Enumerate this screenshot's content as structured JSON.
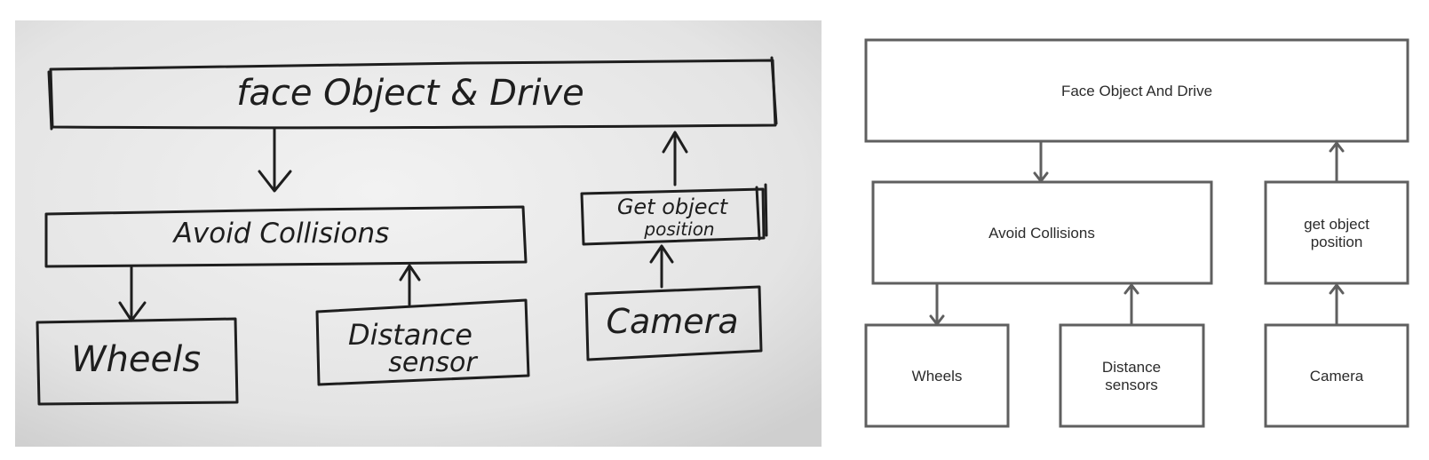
{
  "sketch": {
    "top_box": "face Object & Drive",
    "avoid_box": "Avoid Collisions",
    "object_box_line1": "Get object",
    "object_box_line2": "position",
    "wheels_box": "Wheels",
    "distance_line1": "Distance",
    "distance_line2": "sensor",
    "camera_box": "Camera"
  },
  "diagram": {
    "top_box": "Face Object And Drive",
    "avoid_box": "Avoid Collisions",
    "object_box_line1": "get object",
    "object_box_line2": "position",
    "wheels_box": "Wheels",
    "distance_line1": "Distance",
    "distance_line2": "sensors",
    "camera_box": "Camera"
  },
  "colors": {
    "box_stroke": "#5f5f5f",
    "ink": "#1e1e1e",
    "paper": "#e9e9e9"
  }
}
